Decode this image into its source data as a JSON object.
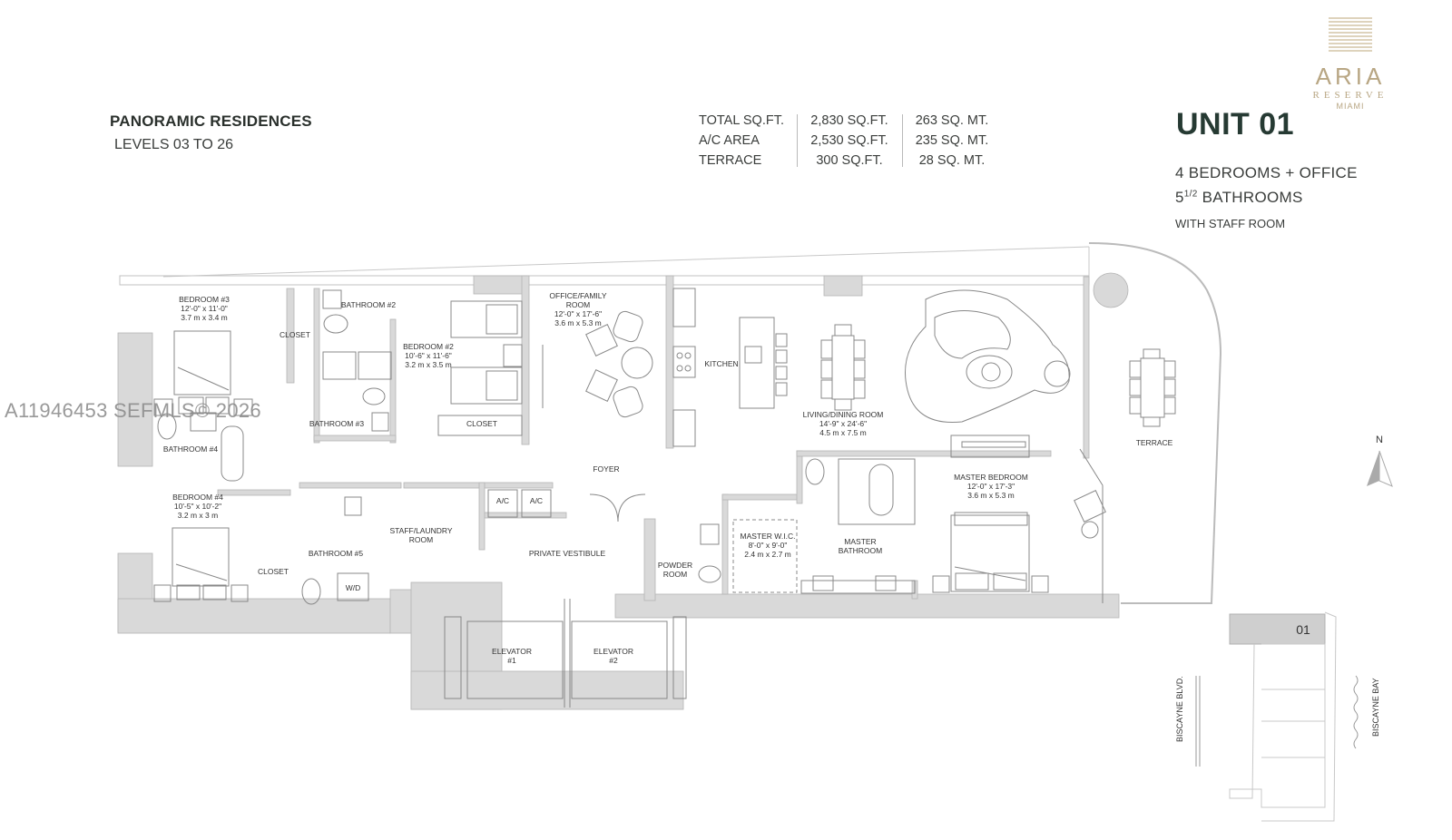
{
  "brand": {
    "logo_word": "ARIA",
    "logo_sub": "RESERVE",
    "logo_city": "MIAMI",
    "color": "#b8a683"
  },
  "header": {
    "series_title": "PANORAMIC RESIDENCES",
    "levels": "LEVELS 03 TO 26"
  },
  "areas": [
    {
      "label": "TOTAL SQ.FT.",
      "sqft": "2,830 SQ.FT.",
      "sqm": "263 SQ. MT."
    },
    {
      "label": "A/C AREA",
      "sqft": "2,530 SQ.FT.",
      "sqm": "235 SQ. MT."
    },
    {
      "label": "TERRACE",
      "sqft": "300 SQ.FT.",
      "sqm": "28 SQ. MT."
    }
  ],
  "unit": {
    "title": "UNIT 01",
    "bedrooms": "4 BEDROOMS + OFFICE",
    "baths_whole": "5",
    "baths_fraction": "1/2",
    "baths_label": " BATHROOMS",
    "staff": "WITH STAFF ROOM",
    "title_color": "#263a33"
  },
  "rooms": {
    "bedroom3": {
      "name": "BEDROOM #3",
      "ft": "12'-0\" x 11'-0\"",
      "m": "3.7 m x 3.4 m"
    },
    "bedroom2": {
      "name": "BEDROOM #2",
      "ft": "10'-6\" x 11'-6\"",
      "m": "3.2 m x 3.5 m"
    },
    "office": {
      "name1": "OFFICE/FAMILY",
      "name2": "ROOM",
      "ft": "12'-0\" x 17'-6\"",
      "m": "3.6 m x 5.3 m"
    },
    "kitchen": {
      "name": "KITCHEN"
    },
    "living": {
      "name": "LIVING/DINING ROOM",
      "ft": "14'-9\" x 24'-6\"",
      "m": "4.5 m x 7.5 m"
    },
    "terrace": {
      "name": "TERRACE"
    },
    "bedroom4": {
      "name": "BEDROOM #4",
      "ft": "10'-5\" x 10'-2\"",
      "m": "3.2 m x 3 m"
    },
    "master_bedroom": {
      "name": "MASTER BEDROOM",
      "ft": "12'-0\" x 17'-3\"",
      "m": "3.6 m x 5.3 m"
    },
    "master_wic": {
      "name": "MASTER W.I.C.",
      "ft": "8'-0\" x 9'-0\"",
      "m": "2.4 m x 2.7 m"
    },
    "master_bath": {
      "name1": "MASTER",
      "name2": "BATHROOM"
    },
    "bathroom2": {
      "name": "BATHROOM #2"
    },
    "bathroom3": {
      "name": "BATHROOM #3"
    },
    "bathroom4": {
      "name": "BATHROOM #4"
    },
    "bathroom5": {
      "name": "BATHROOM #5"
    },
    "closet_b3": {
      "name": "CLOSET"
    },
    "closet_b2": {
      "name": "CLOSET"
    },
    "closet_b4": {
      "name": "CLOSET"
    },
    "staff_laundry": {
      "name1": "STAFF/LAUNDRY",
      "name2": "ROOM"
    },
    "wd": {
      "name": "W/D"
    },
    "foyer": {
      "name": "FOYER"
    },
    "ac1": {
      "name": "A/C"
    },
    "ac2": {
      "name": "A/C"
    },
    "vestibule": {
      "name": "PRIVATE VESTIBULE"
    },
    "powder": {
      "name1": "POWDER",
      "name2": "ROOM"
    },
    "elevator1": {
      "name": "ELEVATOR",
      "num": "#1"
    },
    "elevator2": {
      "name": "ELEVATOR",
      "num": "#2"
    }
  },
  "compass": {
    "label": "N"
  },
  "key_plan": {
    "unit_label": "01",
    "street": "BISCAYNE BLVD.",
    "bay": "BISCAYNE BAY",
    "highlight_color": "#cfcfcf"
  },
  "watermark": "A11946453  SEFMLS© 2026",
  "colors": {
    "wall": "#d9d9d9",
    "line": "#9a9a9a",
    "text": "#333333"
  }
}
